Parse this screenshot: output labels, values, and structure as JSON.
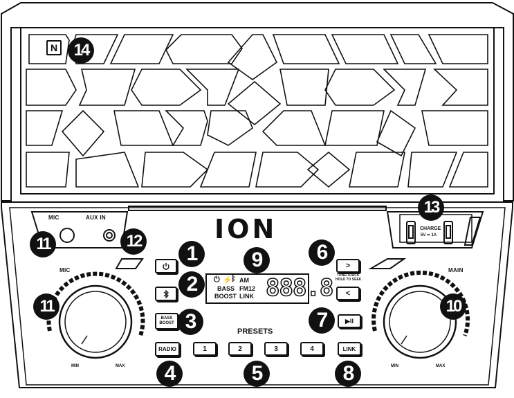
{
  "brand": "ION",
  "labels": {
    "mic_jack": "MIC",
    "aux_in": "AUX IN",
    "mic_knob": "MIC",
    "main_knob": "MAIN",
    "min": "MIN",
    "max": "MAX",
    "presets": "PRESETS",
    "charge": "CHARGE",
    "charge_rating": "5V ⎓ 1A",
    "tune_track": "TUNE/TRACK",
    "hold_to_seek": "HOLD TO SEEK",
    "display_am": "AM",
    "display_fm": "FM12",
    "display_bass": "BASS",
    "display_boost": "BOOST",
    "display_link": "LINK",
    "display_digits": "888.8"
  },
  "buttons": {
    "bass_boost_line1": "BASS",
    "bass_boost_line2": "BOOST",
    "radio": "RADIO",
    "preset1": "1",
    "preset2": "2",
    "preset3": "3",
    "preset4": "4",
    "link": "LINK"
  },
  "callouts": [
    "1",
    "2",
    "3",
    "4",
    "5",
    "6",
    "7",
    "8",
    "9",
    "10",
    "11",
    "11",
    "12",
    "13",
    "14"
  ],
  "icons": [
    "nfc-icon",
    "power-icon",
    "bluetooth-icon",
    "next-icon",
    "prev-icon",
    "play-pause-icon",
    "usb-icon"
  ]
}
